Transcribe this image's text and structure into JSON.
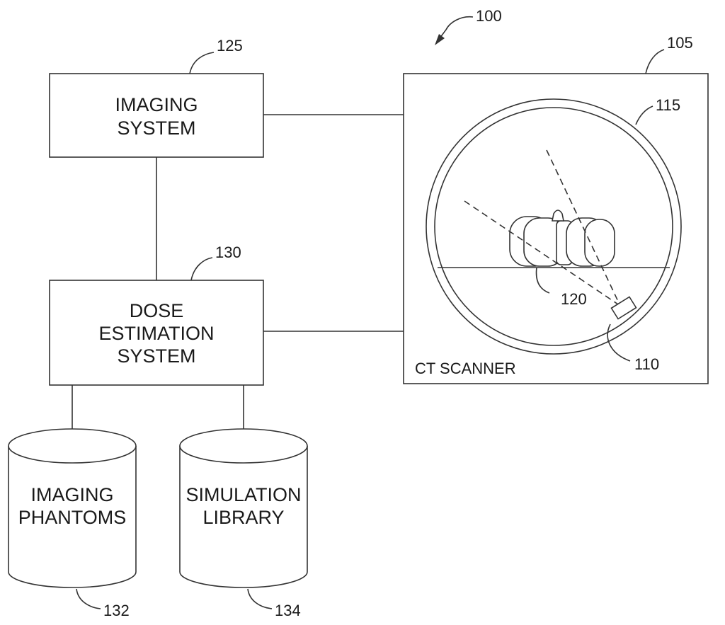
{
  "figure_ref": "100",
  "imaging_system": {
    "ref": "125",
    "line1": "IMAGING",
    "line2": "SYSTEM"
  },
  "dose_estimation_system": {
    "ref": "130",
    "line1": "DOSE",
    "line2": "ESTIMATION",
    "line3": "SYSTEM"
  },
  "imaging_phantoms": {
    "ref": "132",
    "line1": "IMAGING",
    "line2": "PHANTOMS"
  },
  "simulation_library": {
    "ref": "134",
    "line1": "SIMULATION",
    "line2": "LIBRARY"
  },
  "ct_scanner": {
    "ref": "105",
    "label": "CT SCANNER",
    "gantry_ref": "115",
    "patient_ref": "120",
    "source_ref": "110"
  }
}
